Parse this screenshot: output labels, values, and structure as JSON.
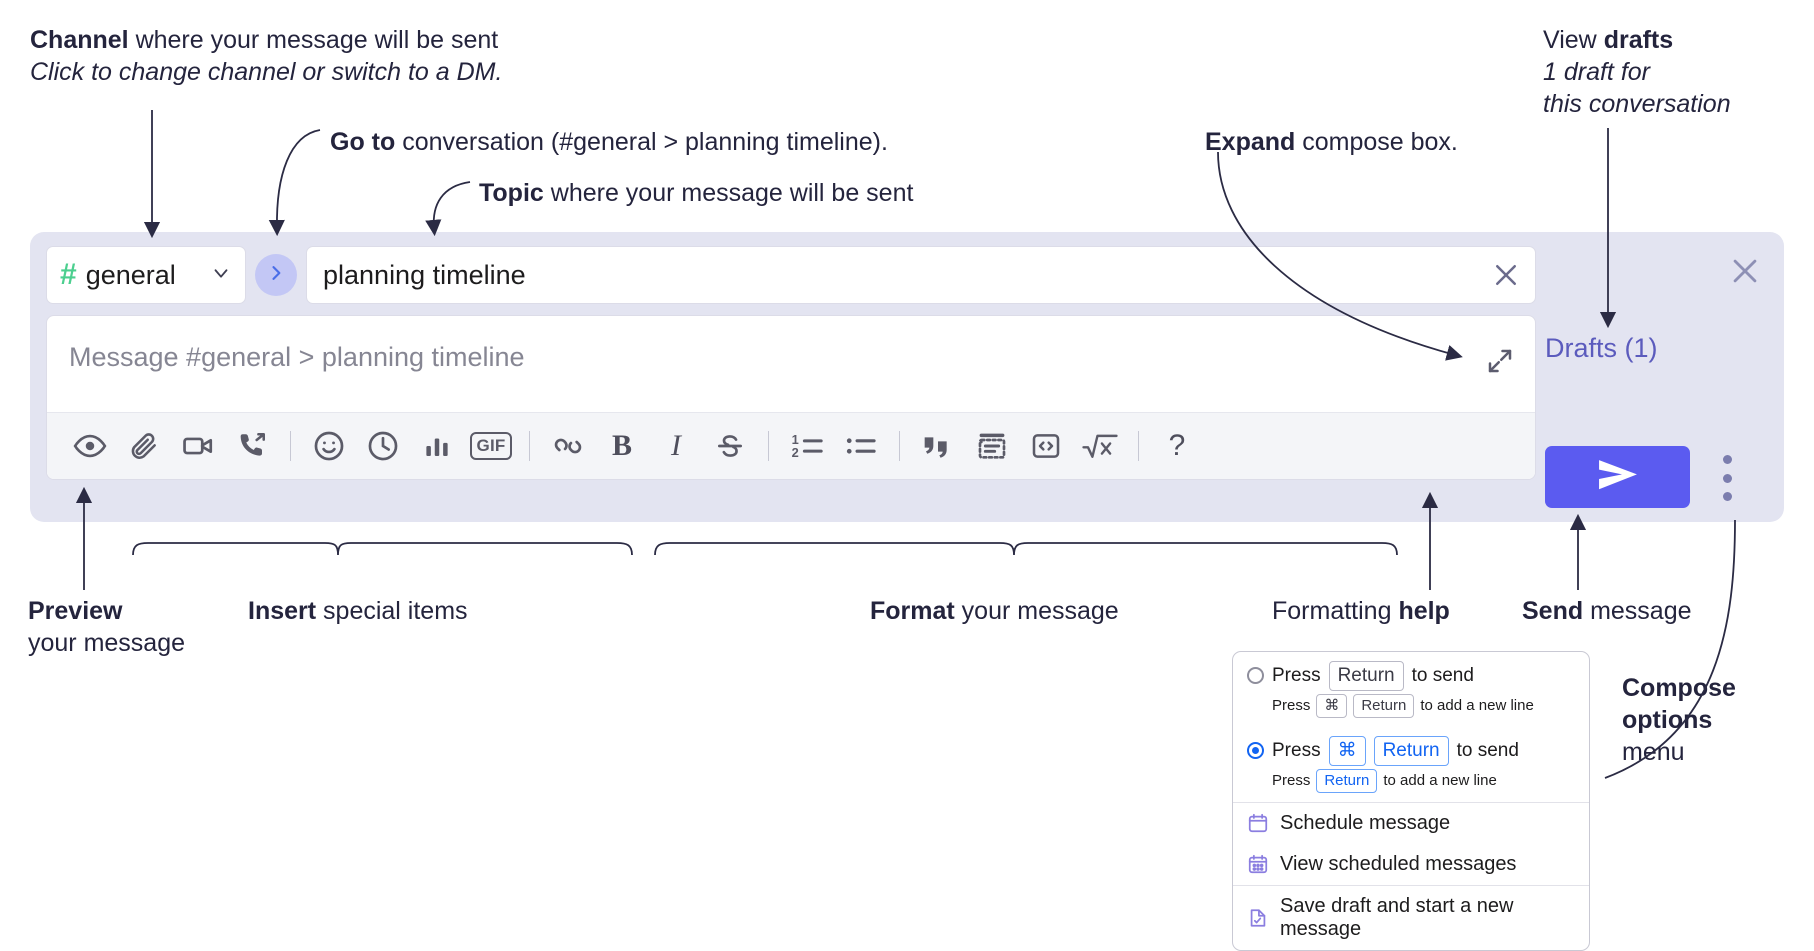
{
  "annotations": {
    "channel": {
      "line1_bold": "Channel",
      "line1_rest": " where your message will be sent",
      "line2_italic": "Click to change channel or switch to a DM."
    },
    "goto": {
      "bold": "Go to",
      "rest": " conversation (#general > planning timeline)."
    },
    "topic": {
      "bold": "Topic",
      "rest": " where your message will be sent"
    },
    "expand": {
      "bold": "Expand",
      "rest": " compose box."
    },
    "drafts": {
      "line1_rest": "View ",
      "line1_bold": "drafts",
      "line2_italic": "1 draft for",
      "line3_italic": "this conversation"
    },
    "preview": {
      "bold": "Preview",
      "rest": "your message"
    },
    "insert": {
      "bold": "Insert",
      "rest": " special items"
    },
    "format": {
      "bold": "Format",
      "rest": " your message"
    },
    "formatting_help": {
      "rest": "Formatting ",
      "bold": "help"
    },
    "send": {
      "bold": "Send",
      "rest": " message"
    },
    "compose_options": {
      "bold1": "Compose",
      "bold2": "options",
      "rest": "menu"
    }
  },
  "compose": {
    "channel": {
      "hash": "#",
      "name": "general",
      "caret_icon": "chevron-down-icon"
    },
    "goto_button": {
      "icon": "chevron-right-icon"
    },
    "topic": {
      "value": "planning timeline",
      "clear_icon": "close-icon"
    },
    "message": {
      "placeholder": "Message #general > planning timeline",
      "expand_icon": "expand-icon"
    },
    "drafts_label": "Drafts (1)",
    "close_icon": "close-icon",
    "send_button": {
      "icon": "send-paper-plane-icon"
    },
    "options_button": {
      "icon": "kebab-menu-icon"
    },
    "toolbar": [
      {
        "name": "preview-icon",
        "kind": "icon",
        "label": "eye"
      },
      {
        "name": "attachment-icon",
        "kind": "icon",
        "label": "paperclip"
      },
      {
        "name": "video-icon",
        "kind": "icon",
        "label": "video-camera"
      },
      {
        "name": "huddle-icon",
        "kind": "icon",
        "label": "phone-forward"
      },
      {
        "name": "separator",
        "kind": "sep",
        "label": ""
      },
      {
        "name": "emoji-icon",
        "kind": "icon",
        "label": "smiley"
      },
      {
        "name": "reminder-icon",
        "kind": "icon",
        "label": "clock"
      },
      {
        "name": "poll-icon",
        "kind": "icon",
        "label": "bar-chart"
      },
      {
        "name": "gif-icon",
        "kind": "gif",
        "label": "GIF"
      },
      {
        "name": "separator",
        "kind": "sep",
        "label": ""
      },
      {
        "name": "link-icon",
        "kind": "icon",
        "label": "chain-link"
      },
      {
        "name": "bold-icon",
        "kind": "text",
        "label": "B"
      },
      {
        "name": "italic-icon",
        "kind": "text-italic",
        "label": "I"
      },
      {
        "name": "strikethrough-icon",
        "kind": "icon",
        "label": "strikethrough"
      },
      {
        "name": "separator",
        "kind": "sep",
        "label": ""
      },
      {
        "name": "ordered-list-icon",
        "kind": "icon",
        "label": "numbered-list"
      },
      {
        "name": "bulleted-list-icon",
        "kind": "icon",
        "label": "bullet-list"
      },
      {
        "name": "separator",
        "kind": "sep",
        "label": ""
      },
      {
        "name": "blockquote-icon",
        "kind": "icon",
        "label": "quote"
      },
      {
        "name": "code-block-icon",
        "kind": "icon",
        "label": "code-block"
      },
      {
        "name": "inline-code-icon",
        "kind": "icon",
        "label": "code"
      },
      {
        "name": "latex-icon",
        "kind": "icon",
        "label": "square-root-x"
      },
      {
        "name": "separator",
        "kind": "sep",
        "label": ""
      },
      {
        "name": "formatting-help-icon",
        "kind": "help",
        "label": "?"
      }
    ]
  },
  "menu": {
    "option1": {
      "selected": false,
      "press": "Press",
      "key": "Return",
      "to_send": "to send",
      "sub_press": "Press",
      "sub_key1": "⌘",
      "sub_key2": "Return",
      "sub_rest": "to add a new line"
    },
    "option2": {
      "selected": true,
      "press": "Press",
      "key1": "⌘",
      "key2": "Return",
      "to_send": "to send",
      "sub_press": "Press",
      "sub_key": "Return",
      "sub_rest": "to add a new line"
    },
    "items": [
      {
        "icon": "calendar-clock-icon",
        "label": "Schedule message"
      },
      {
        "icon": "calendar-grid-icon",
        "label": "View scheduled messages"
      },
      {
        "icon": "save-draft-icon",
        "label": "Save draft and start a new message"
      }
    ]
  },
  "colors": {
    "compose_bg": "#e3e4f1",
    "send_blue": "#5b5bf0",
    "channel_green": "#4ccf8f",
    "drafts_purple": "#5b5bbd",
    "radio_blue": "#1264f2",
    "menu_icon_purple": "#8b7ee0"
  }
}
